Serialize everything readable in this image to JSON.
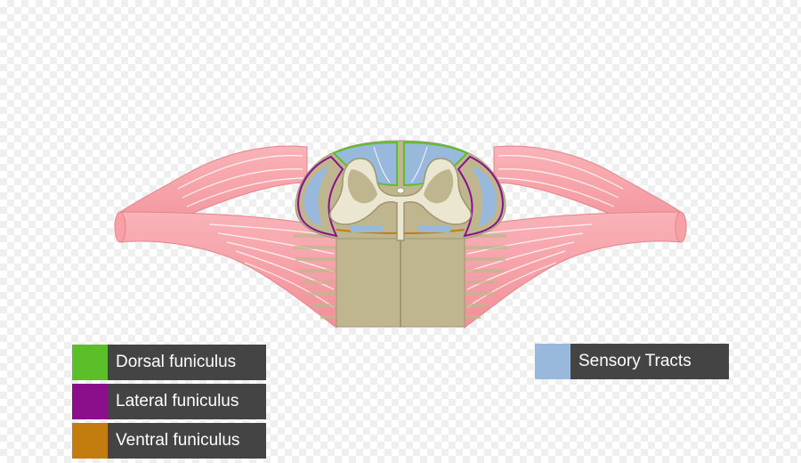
{
  "colors": {
    "root": "#f7a1a7",
    "root_stroke": "#e3848b",
    "root_fiber": "#ffffff",
    "white_matter": "#bfb68f",
    "white_matter_dark": "#9e9570",
    "grey_matter": "#ebe6cf",
    "sensory_tracts": "#99b9dc",
    "dorsal_funiculus": "#5cbf2a",
    "lateral_funiculus": "#8b0f8b",
    "ventral_funiculus": "#c27d0e",
    "label_bg": "#444444",
    "label_text": "#ffffff"
  },
  "legend": {
    "dorsal_funiculus": {
      "label": "Dorsal funiculus",
      "color": "#5cbf2a"
    },
    "lateral_funiculus": {
      "label": "Lateral funiculus",
      "color": "#8b0f8b"
    },
    "ventral_funiculus": {
      "label": "Ventral funiculus",
      "color": "#c27d0e"
    },
    "sensory_tracts": {
      "label": "Sensory Tracts",
      "color": "#99b9dc"
    }
  }
}
